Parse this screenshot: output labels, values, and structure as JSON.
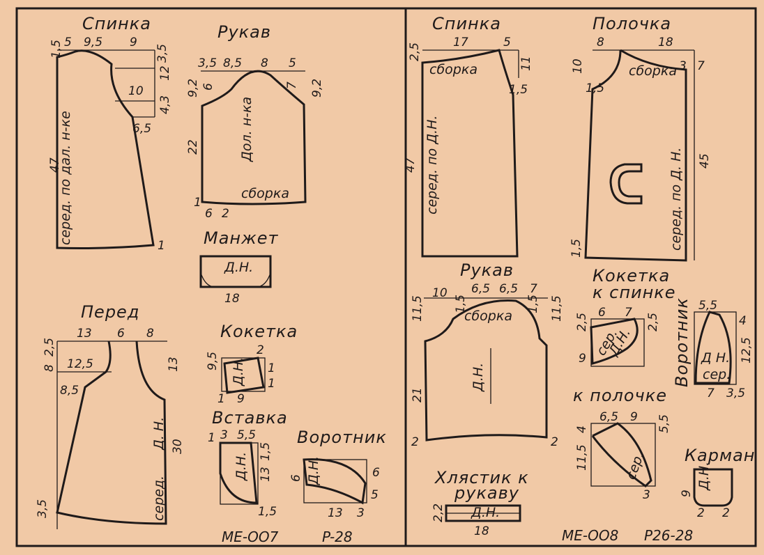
{
  "codes": {
    "left": "ME-OO7",
    "left_size": "P-28",
    "right": "ME-OO8",
    "right_size": "P26-28"
  },
  "left": {
    "spinka": {
      "title": "Спинка",
      "top": [
        "5",
        "9,5",
        "9"
      ],
      "left_top": "1,5",
      "right": [
        "3,5",
        "12",
        "4,3"
      ],
      "mid": "10",
      "side": "6,5",
      "length": "47",
      "center": "серед. по дал. н-ке",
      "bottom": "1"
    },
    "rukav": {
      "title": "Рукав",
      "top": [
        "3,5",
        "8,5",
        "8",
        "5"
      ],
      "left": [
        "9,2",
        "6",
        "22"
      ],
      "right": [
        "7",
        "9,2"
      ],
      "grain": "Дол. н-ка",
      "gather": "сборка",
      "bottom": [
        "1",
        "6",
        "2"
      ]
    },
    "manzhet": {
      "title": "Манжет",
      "grain": "Д.Н.",
      "width": "18"
    },
    "pered": {
      "title": "Перед",
      "top": [
        "13",
        "6",
        "8"
      ],
      "left": [
        "2,5",
        "8",
        "12,5",
        "8,5",
        "3,5"
      ],
      "right": [
        "13",
        "30"
      ],
      "grain": "Д. Н.",
      "center": "серед."
    },
    "kaketka": {
      "title": "Кокетка",
      "top": "2",
      "left": [
        "9,5",
        "1",
        "9"
      ],
      "right": [
        "1",
        "1"
      ],
      "grain": "Д.Н."
    },
    "vstavka": {
      "title": "Вставка",
      "top": [
        "1",
        "3",
        "5,5"
      ],
      "right": [
        "1,5",
        "13",
        "1,5"
      ],
      "grain": "Д.Н."
    },
    "vorotnik": {
      "title": "Воротник",
      "left": "6",
      "right": [
        "6",
        "5"
      ],
      "bottom": [
        "13",
        "3"
      ],
      "grain": "Д.Н."
    }
  },
  "right": {
    "spinka": {
      "title": "Спинка",
      "top": [
        "17",
        "5"
      ],
      "left": "2,5",
      "gather": "сборка",
      "right": [
        "11",
        "1,5"
      ],
      "length": "47",
      "center": "серед. по Д.Н."
    },
    "polochka": {
      "title": "Полочка",
      "top": [
        "8",
        "18"
      ],
      "left": [
        "10",
        "1,5",
        "1,5"
      ],
      "right": [
        "3",
        "7",
        "45"
      ],
      "gather": "сборка",
      "center": "серед. по Д. Н."
    },
    "rukav": {
      "title": "Рукав",
      "top": [
        "10",
        "6,5",
        "6,5",
        "7"
      ],
      "left": [
        "11,5",
        "1,5",
        "21",
        "2"
      ],
      "right": [
        "1,5",
        "11,5",
        "2"
      ],
      "gather": "сборка",
      "grain": "Д.Н."
    },
    "kaketka_spinka": {
      "title1": "Кокетка",
      "title2": "к спинке",
      "top": [
        "6",
        "7"
      ],
      "left": [
        "2,5",
        "9"
      ],
      "right": "2,5",
      "text": [
        "сер.",
        "Д.Н."
      ]
    },
    "kaketka_polochka": {
      "title": "к полочке",
      "top": [
        "6,5",
        "9"
      ],
      "left": [
        "4",
        "11,5"
      ],
      "right": "5,5",
      "bottom": "3",
      "text": "сер."
    },
    "vorotnik": {
      "title": "Воротник",
      "top": [
        "5,5",
        "4"
      ],
      "right": "12,5",
      "bottom": [
        "7",
        "3,5"
      ],
      "text": [
        "Д Н.",
        "сер."
      ]
    },
    "karman": {
      "title": "Карман",
      "left": "9",
      "bottom": [
        "2",
        "2"
      ],
      "grain": "Д.Н."
    },
    "hlyastik": {
      "title1": "Хлястик к",
      "title2": "рукаву",
      "left": "2,2",
      "grain": "Д.Н.",
      "width": "18"
    }
  }
}
